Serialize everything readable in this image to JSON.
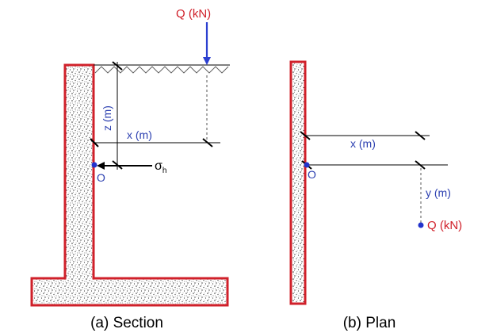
{
  "section": {
    "load_label": "Q (kN)",
    "depth_label": "z (m)",
    "offset_label": "x (m)",
    "origin_label": "O",
    "stress_symbol": "σ",
    "stress_subscript": "h",
    "caption": "(a) Section"
  },
  "plan": {
    "offset_label": "x (m)",
    "lateral_label": "y (m)",
    "origin_label": "O",
    "load_label": "Q (kN)",
    "caption": "(b) Plan"
  },
  "colors": {
    "outline": "#d0202a",
    "dimension_text": "#2b3fb0",
    "load_label": "#d0202a",
    "point": "#2233cc",
    "load_arrow": "#2b3fd0",
    "line": "#000000"
  }
}
